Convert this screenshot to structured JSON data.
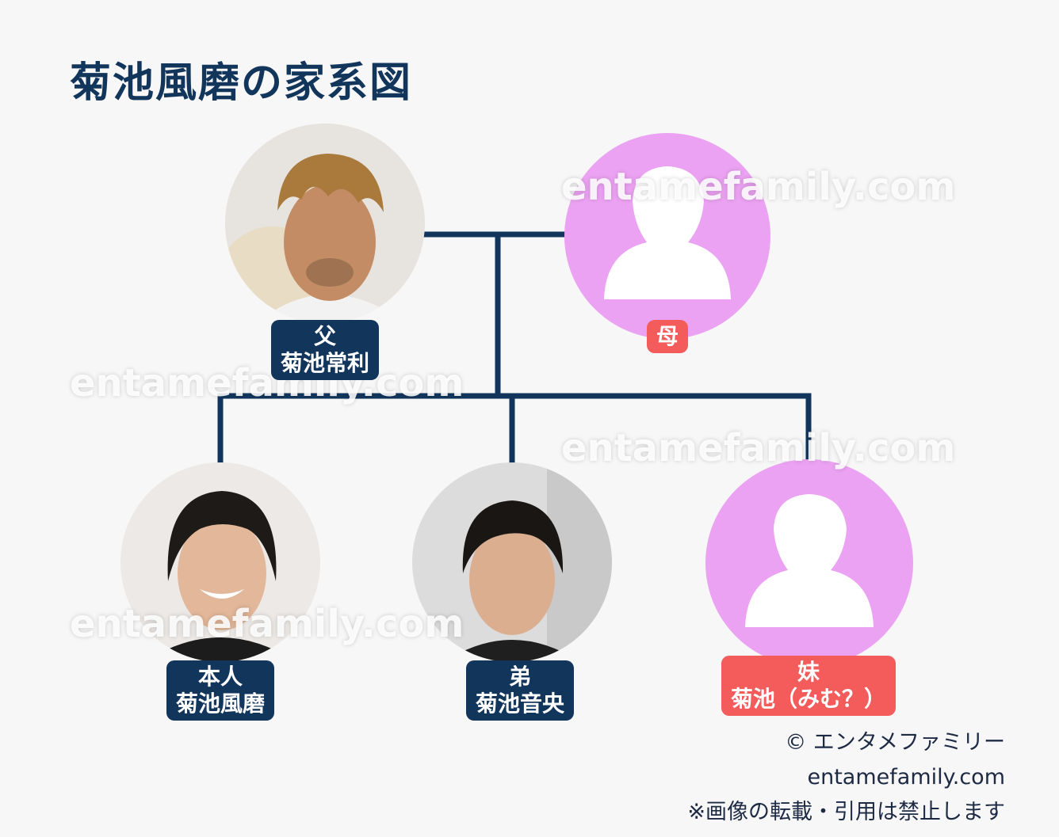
{
  "title": "菊池風磨の家系図",
  "watermark": "entamefamily.com",
  "members": {
    "father": {
      "role": "父",
      "name": "菊池常利"
    },
    "mother": {
      "role": "母"
    },
    "self": {
      "role": "本人",
      "name": "菊池風磨"
    },
    "brother": {
      "role": "弟",
      "name": "菊池音央"
    },
    "sister": {
      "role": "妹",
      "name": "菊池（みむ？）"
    }
  },
  "credits": {
    "copyright": "© エンタメファミリー",
    "site": "entamefamily.com",
    "notice": "※画像の転載・引用は禁止します"
  },
  "colors": {
    "navy": "#12355b",
    "red": "#f45b5b",
    "silhouette": "#eba2f2"
  }
}
